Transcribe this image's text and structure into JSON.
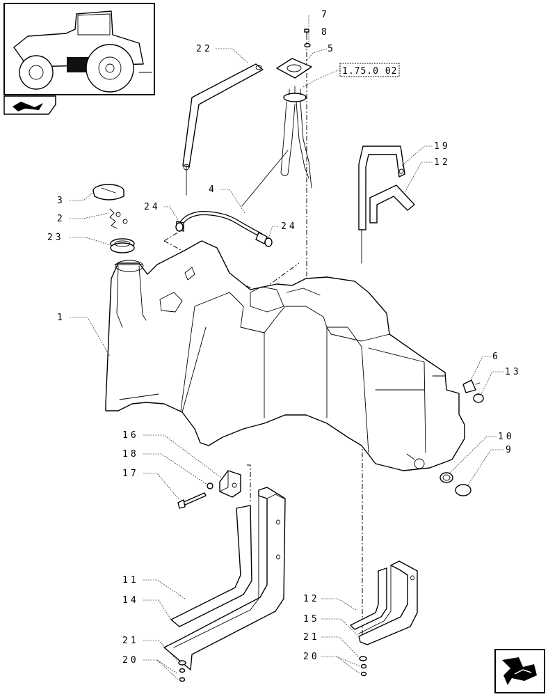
{
  "reference_code": "1.75.0 02",
  "callouts": [
    {
      "id": "c1",
      "text": "1"
    },
    {
      "id": "c2",
      "text": "2"
    },
    {
      "id": "c3",
      "text": "3"
    },
    {
      "id": "c4",
      "text": "4"
    },
    {
      "id": "c5",
      "text": "5"
    },
    {
      "id": "c6",
      "text": "6"
    },
    {
      "id": "c7",
      "text": "7"
    },
    {
      "id": "c8",
      "text": "8"
    },
    {
      "id": "c9",
      "text": "9"
    },
    {
      "id": "c10",
      "text": "10"
    },
    {
      "id": "c11",
      "text": "11"
    },
    {
      "id": "c12a",
      "text": "12"
    },
    {
      "id": "c12b",
      "text": "12"
    },
    {
      "id": "c13",
      "text": "13"
    },
    {
      "id": "c14",
      "text": "14"
    },
    {
      "id": "c15",
      "text": "15"
    },
    {
      "id": "c16",
      "text": "16"
    },
    {
      "id": "c17",
      "text": "17"
    },
    {
      "id": "c18",
      "text": "18"
    },
    {
      "id": "c19",
      "text": "19"
    },
    {
      "id": "c20a",
      "text": "20"
    },
    {
      "id": "c20b",
      "text": "20"
    },
    {
      "id": "c21a",
      "text": "21"
    },
    {
      "id": "c21b",
      "text": "21"
    },
    {
      "id": "c22",
      "text": "22"
    },
    {
      "id": "c23",
      "text": "23"
    },
    {
      "id": "c24a",
      "text": "24"
    },
    {
      "id": "c24b",
      "text": "24"
    }
  ],
  "icons": {
    "thumbnail": "tractor-thumbnail-icon",
    "prev_nav": "previous-page-arrow-icon",
    "next_nav": "next-page-arrow-icon"
  }
}
